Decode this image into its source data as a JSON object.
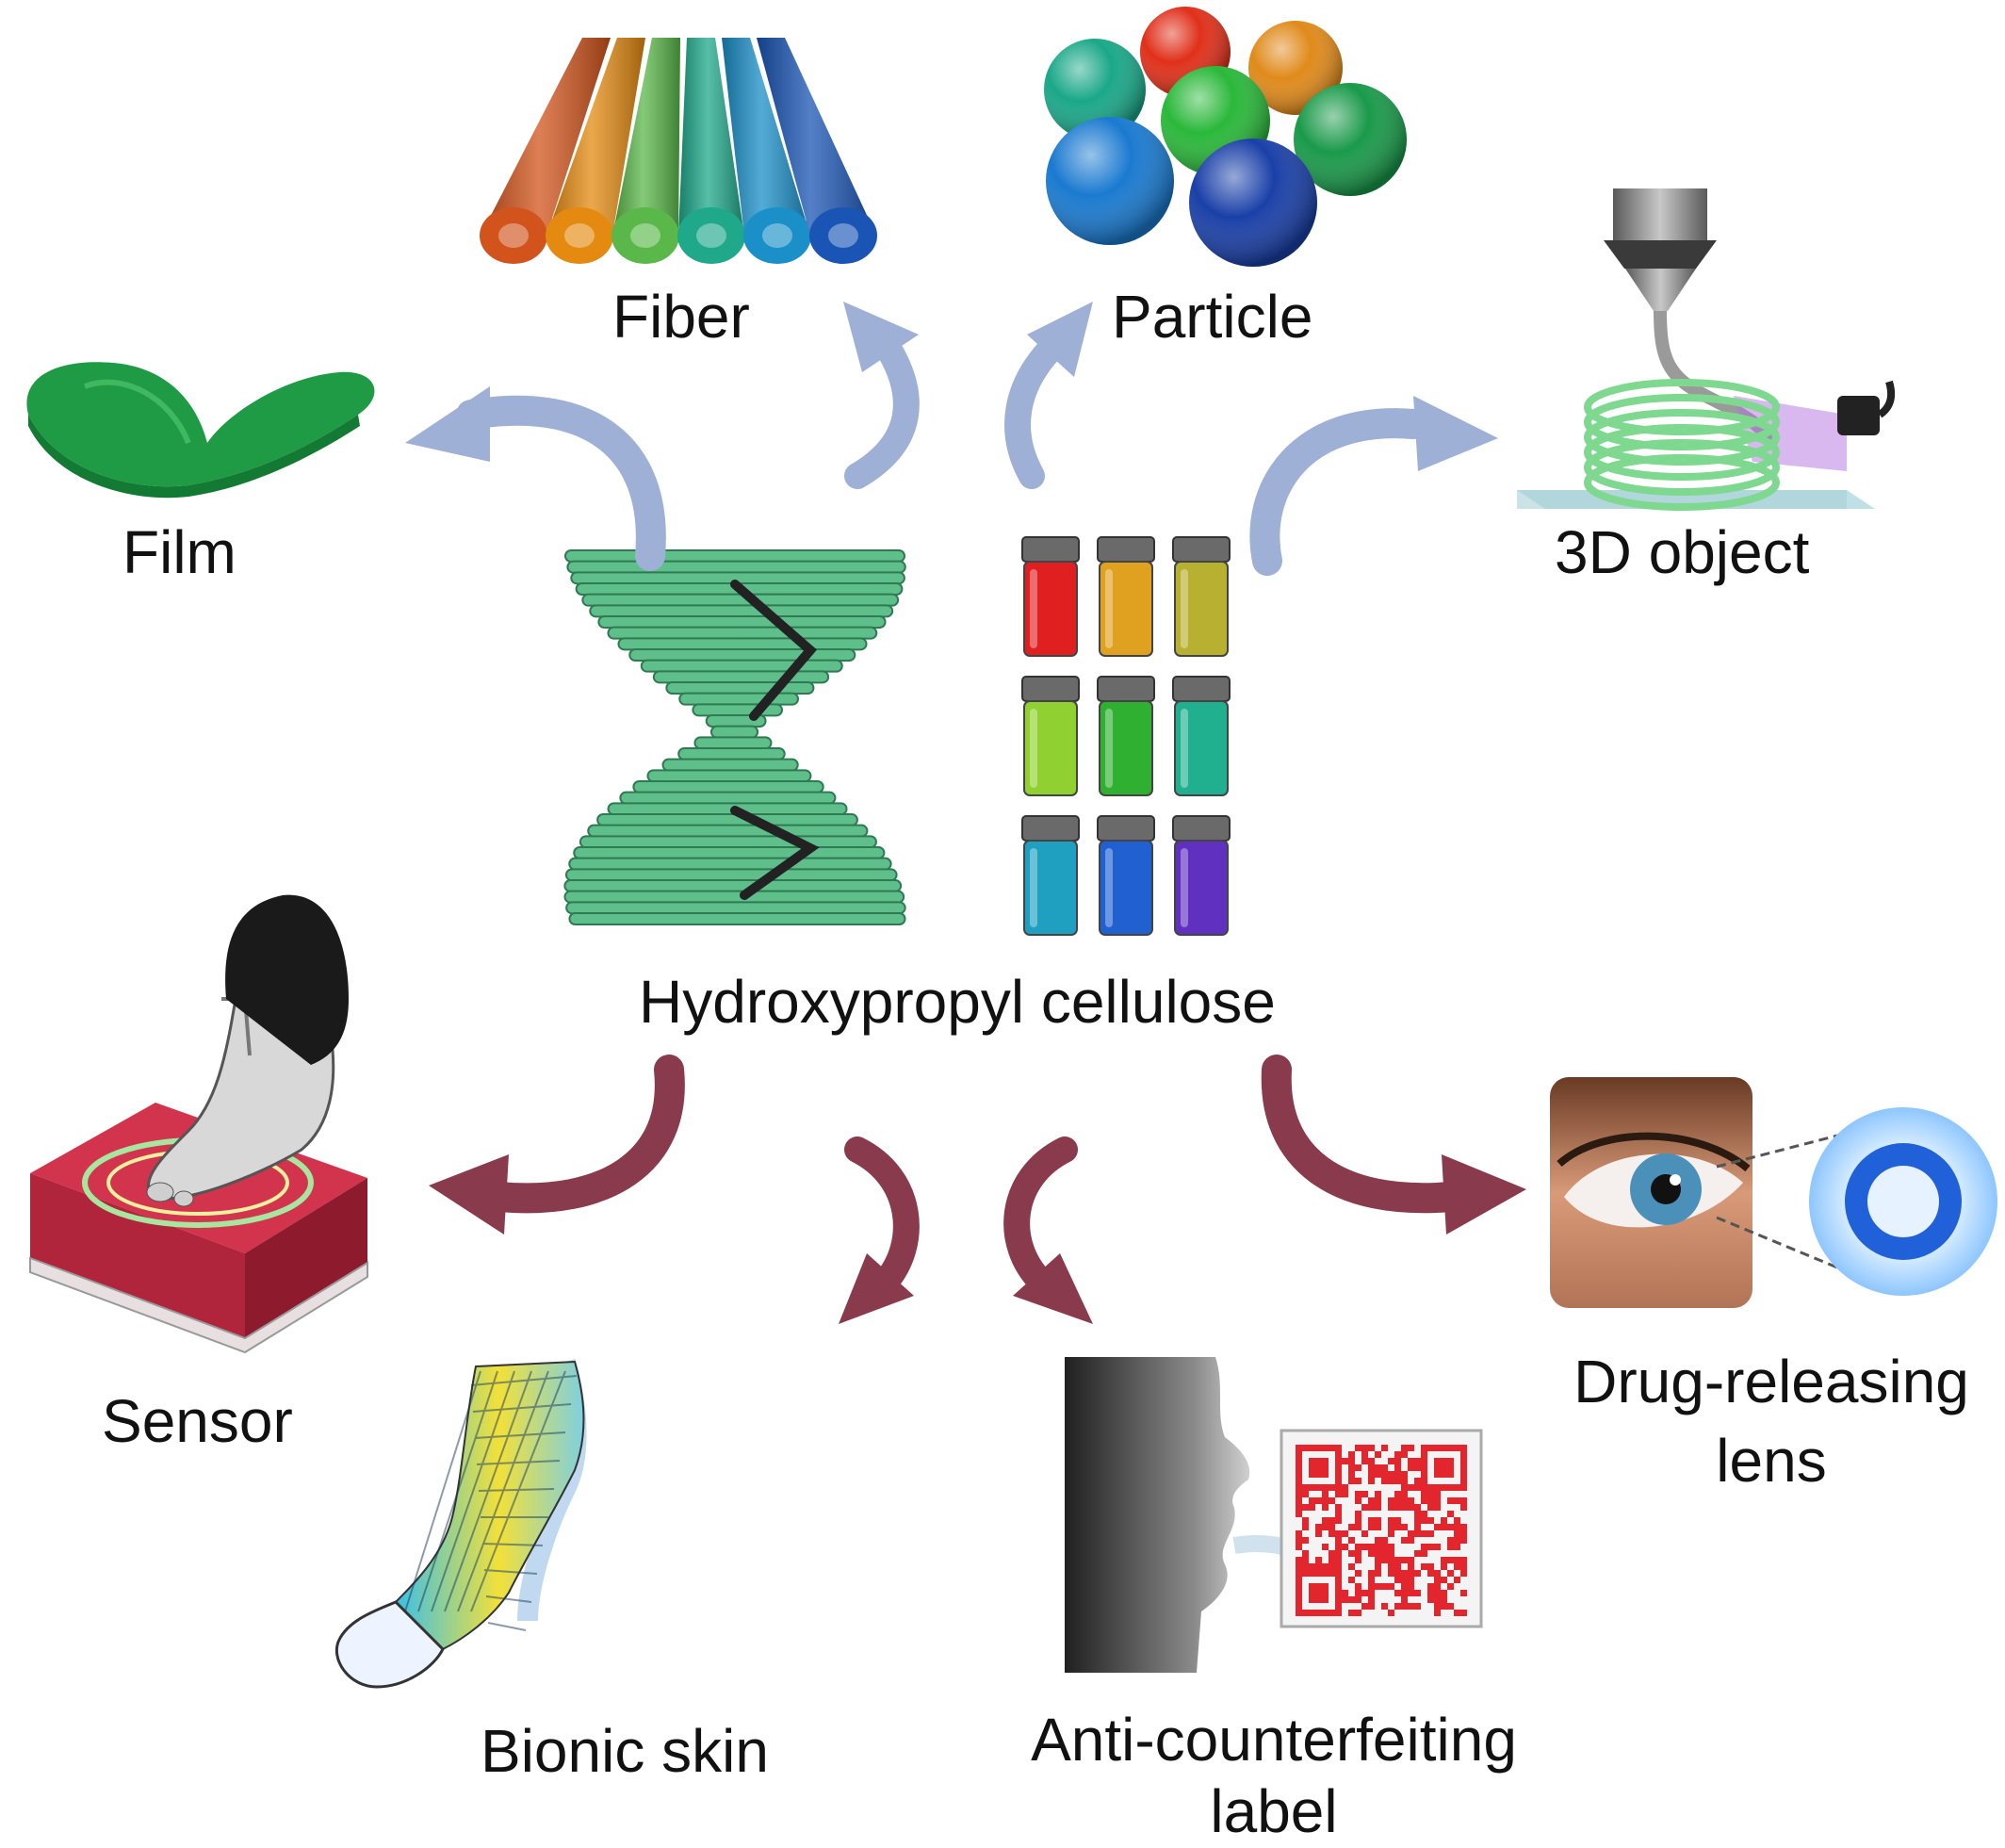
{
  "diagram": {
    "center_label": "Hydroxypropyl cellulose",
    "forms": [
      {
        "label": "Film"
      },
      {
        "label": "Fiber"
      },
      {
        "label": "Particle"
      },
      {
        "label": "3D object"
      }
    ],
    "applications": [
      {
        "label": "Sensor"
      },
      {
        "label": "Bionic skin"
      },
      {
        "label_lines": [
          "Anti-counterfeiting",
          "label"
        ]
      },
      {
        "label_lines": [
          "Drug-releasing",
          "lens"
        ]
      }
    ]
  },
  "colors": {
    "forms_arrow": "#9eb0d6",
    "applications_arrow": "#8a3a4d",
    "hpc_green": "#5fbf8a",
    "film_green": "#1f9b45",
    "sensor_red": "#d2334d"
  },
  "icons": {
    "center_helix": "cholesteric-helix-icon",
    "center_vials": "hpc-vials-icon",
    "film": "film-icon",
    "fiber": "fiber-bundle-icon",
    "particle": "particle-spheres-icon",
    "object": "3d-printer-nozzle-icon",
    "sensor": "foot-pressure-sensor-icon",
    "skin": "bionic-skin-arm-icon",
    "anti": "breath-qr-label-icon",
    "lens": "eye-contact-lens-icon"
  },
  "vials": [
    "#e02020",
    "#e0a020",
    "#b8b030",
    "#90d030",
    "#30b030",
    "#20b090",
    "#20a0c0",
    "#2060d0",
    "#6030c0"
  ],
  "fibers": [
    "#d2541c",
    "#e48a10",
    "#5ab84a",
    "#1fa88a",
    "#1a8fc8",
    "#1a55b5"
  ],
  "particles": [
    "#e0301a",
    "#e08a1a",
    "#1aa888",
    "#2ab83a",
    "#1a9a4a",
    "#1a7ad0",
    "#1a40a8"
  ]
}
